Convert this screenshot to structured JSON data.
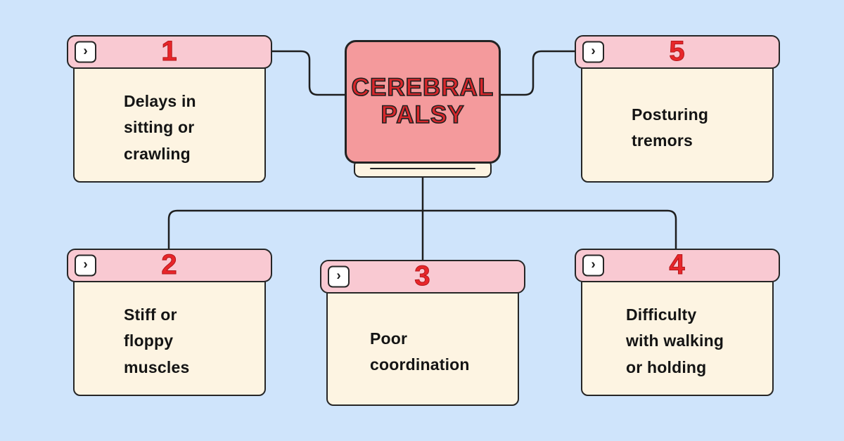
{
  "center": {
    "title_line1": "CEREBRAL",
    "title_line2": "PALSY"
  },
  "cards": [
    {
      "number": "1",
      "icon": "›",
      "text": "Delays in\nsitting or\ncrawling"
    },
    {
      "number": "2",
      "icon": "›",
      "text": "Stiff or\nfloppy\nmuscles"
    },
    {
      "number": "3",
      "icon": "›",
      "text": "Poor\ncoordination"
    },
    {
      "number": "4",
      "icon": "›",
      "text": "Difficulty\nwith walking\nor holding"
    },
    {
      "number": "5",
      "icon": "›",
      "text": "Posturing\ntremors"
    }
  ],
  "colors": {
    "background": "#cfe4fb",
    "header_pink": "#f9c9d2",
    "center_pink": "#f49a9c",
    "card_cream": "#fdf4e2",
    "accent_red": "#e8262a",
    "outline_dark": "#262626"
  }
}
